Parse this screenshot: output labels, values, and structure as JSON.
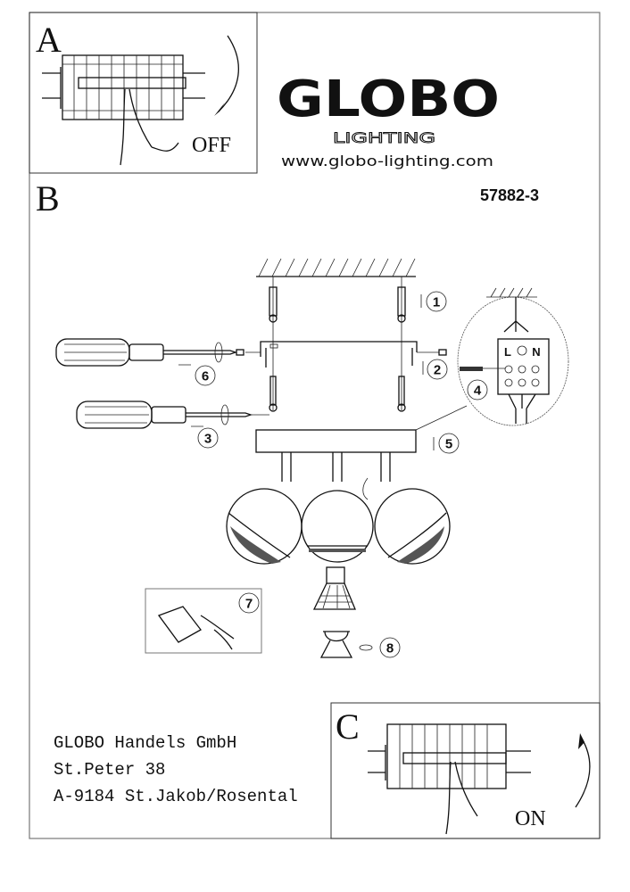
{
  "panel_a": {
    "letter": "A",
    "label": "OFF"
  },
  "brand": {
    "logo": "GLOBO",
    "sub": "LIGHTING",
    "website": "www.globo-lighting.com"
  },
  "panel_b": {
    "letter": "B",
    "model": "57882-3",
    "steps": [
      "1",
      "2",
      "3",
      "4",
      "5",
      "6",
      "7",
      "8"
    ],
    "terminal_labels": [
      "L",
      "N"
    ]
  },
  "panel_c": {
    "letter": "C",
    "label": "ON"
  },
  "footer": {
    "lines": [
      "GLOBO Handels GmbH",
      "St.Peter 38",
      "A-9184 St.Jakob/Rosental"
    ]
  }
}
